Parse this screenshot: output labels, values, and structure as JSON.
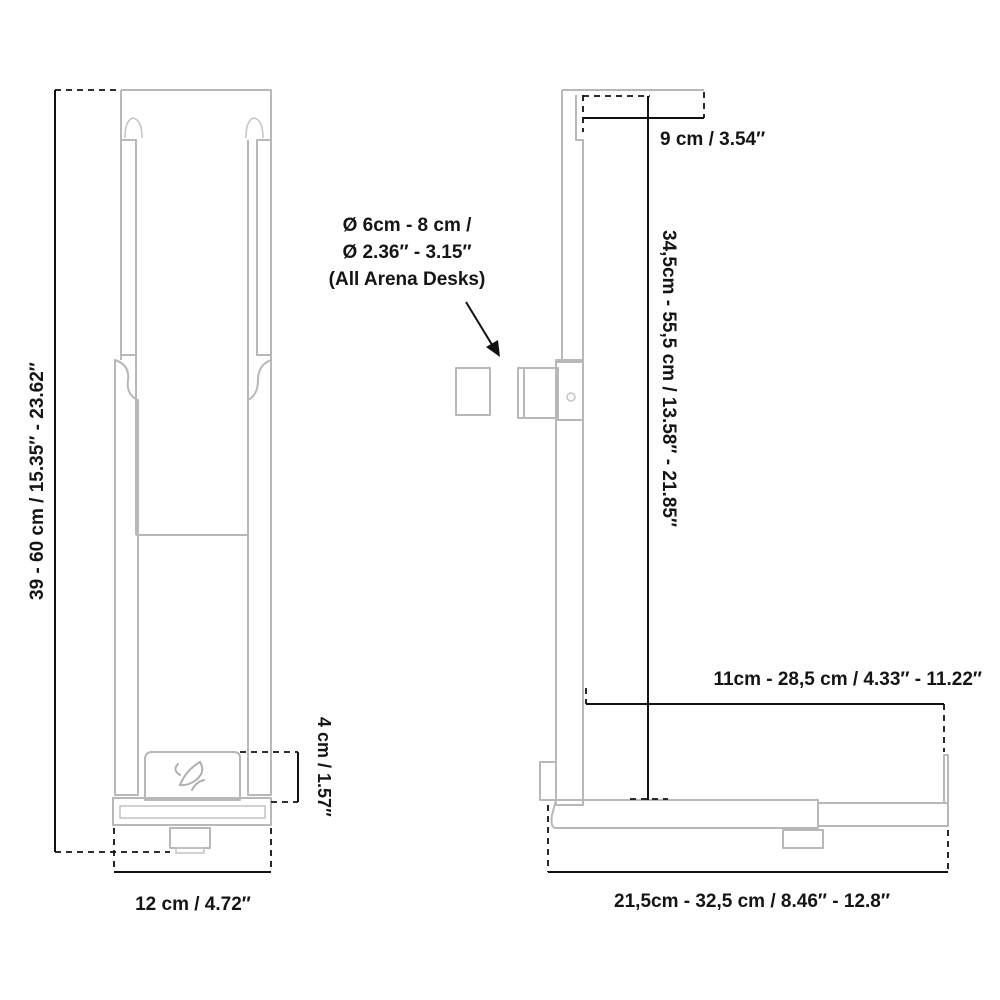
{
  "diagram": {
    "front_view": {
      "height_label": "39 - 60 cm / 15.35″ - 23.62″",
      "width_label": "12 cm / 4.72″",
      "base_height_label": "4 cm / 1.57″"
    },
    "side_view": {
      "top_depth_label": "9 cm / 3.54″",
      "vertical_range_label": "34,5cm - 55,5 cm / 13.58″ - 21.85″",
      "inner_depth_label": "11cm - 28,5 cm / 4.33″ - 11.22″",
      "overall_depth_label": "21,5cm - 32,5 cm / 8.46″ - 12.8″"
    },
    "clamp_note": {
      "line1": "Ø 6cm - 8 cm /",
      "line2": "Ø 2.36″ - 3.15″",
      "line3": "(All Arena Desks)"
    }
  }
}
